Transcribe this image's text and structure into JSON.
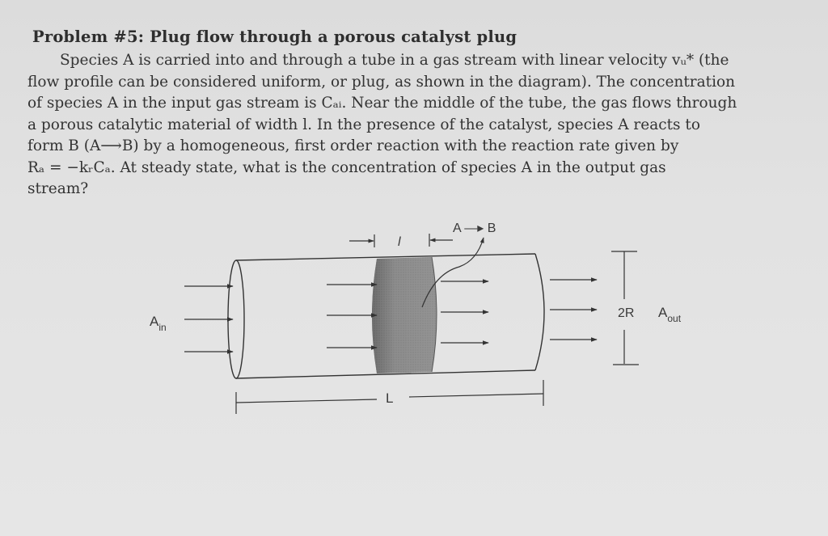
{
  "problem": {
    "title": "Problem #5: Plug flow through a porous catalyst plug",
    "lines": [
      "Species A is carried into and through a tube in a gas stream with linear velocity vᵤ* (the",
      "flow profile can be considered uniform, or plug, as shown in the diagram). The concentration",
      "of species A in the input gas stream is Cₐᵢ. Near the middle of the tube, the gas flows through",
      "a porous catalytic material of width l. In the presence of the catalyst, species A reacts to",
      "form B (A⟶B) by a homogeneous, first order reaction with the reaction rate given by",
      "Rₐ = −kᵣCₐ. At steady state, what is the concentration of species A in the output gas",
      "stream?"
    ]
  },
  "diagram": {
    "reaction_label": "A —▸ B",
    "width_label": "l",
    "length_label": "L",
    "inlet_label_main": "A",
    "inlet_label_sub": "in",
    "diameter_label": "2R",
    "outlet_label_main": "A",
    "outlet_label_sub": "out"
  }
}
